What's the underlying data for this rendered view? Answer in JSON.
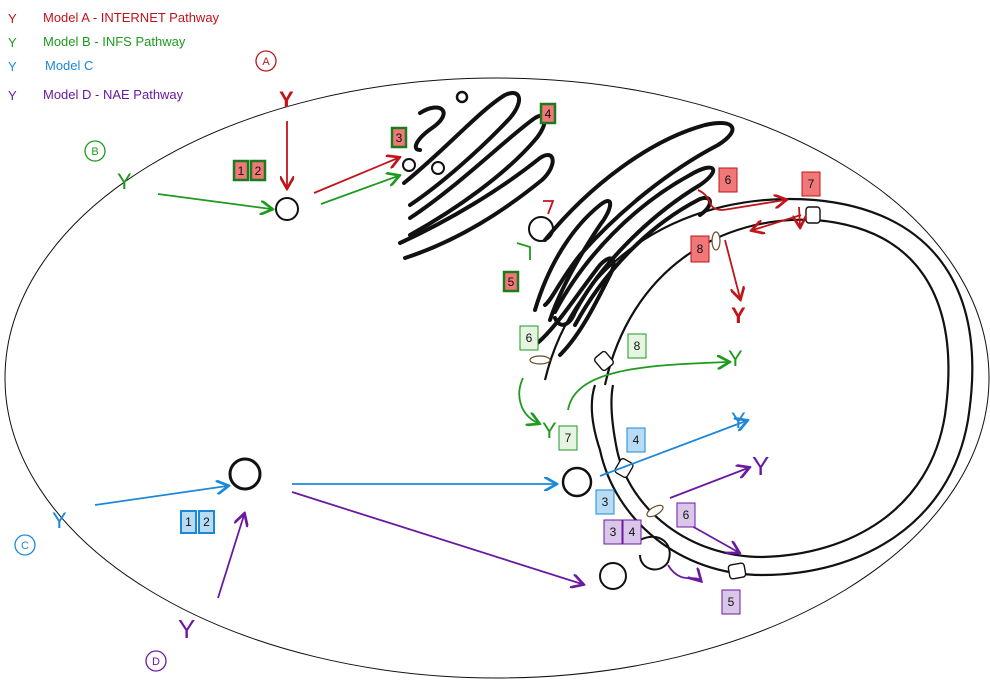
{
  "colors": {
    "model_a": "#c0141a",
    "model_b": "#1e9a1e",
    "model_c": "#1e88d8",
    "model_d": "#6a1aa0",
    "membrane": "#111111",
    "box_a_fill": "#f07878",
    "box_b_fill": "#e6f5e1",
    "box_c_fill": "#b9dcf5",
    "box_d_fill": "#d9c6e8"
  },
  "legend": [
    {
      "symbol": "Y",
      "label": "Model A - INTERNET Pathway",
      "color_key": "model_a"
    },
    {
      "symbol": "Y",
      "label": "Model B - INFS Pathway",
      "color_key": "model_b"
    },
    {
      "symbol": "Y",
      "label": "Model C",
      "color_key": "model_c"
    },
    {
      "symbol": "Y",
      "label": "Model D - NAE Pathway",
      "color_key": "model_d"
    }
  ],
  "entry_labels": {
    "a": "A",
    "b": "B",
    "c": "C",
    "d": "D"
  },
  "steps": {
    "a": {
      "s1": "1",
      "s2": "2",
      "s3": "3",
      "s4": "4",
      "s5": "5",
      "s6": "6",
      "s7": "7",
      "s8": "8"
    },
    "b": {
      "s6": "6",
      "s7": "7",
      "s8": "8"
    },
    "c": {
      "s1": "1",
      "s2": "2",
      "s3": "3",
      "s4": "4"
    },
    "d": {
      "s3": "3",
      "s4": "4",
      "s5": "5",
      "s6": "6"
    }
  },
  "icons": [
    "receptor-icon",
    "vesicle-icon",
    "golgi-icon",
    "endoplasmic-reticulum-icon",
    "nucleus-icon",
    "nuclear-pore-icon",
    "channel-icon"
  ]
}
